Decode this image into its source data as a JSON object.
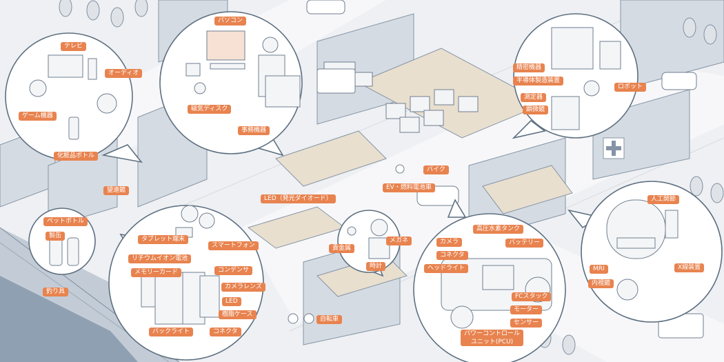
{
  "labels": {
    "tv": "テレビ",
    "audio": "オーディオ",
    "game": "ゲーム機器",
    "cosmetic": "化粧品ボトル",
    "pc": "パソコン",
    "disk": "磁気ディスク",
    "office": "事務機器",
    "precision": "精密機器",
    "semiconductor": "半導体製造装置",
    "meter": "測定器",
    "microscope": "顕微鏡",
    "robot": "ロボット",
    "telescope": "望遠鏡",
    "bike": "バイク",
    "ev": "EV・燃料電池車",
    "led_light": "LED（発光ダイオード）",
    "pet": "ペットボトル",
    "can": "製缶",
    "fishing": "釣り具",
    "tablet": "タブレット端末",
    "smartphone": "スマートフォン",
    "li_battery": "リチウムイオン電池",
    "memory": "メモリーカード",
    "capacitor": "コンデンサ",
    "camera_lens": "カメラレンズ",
    "led": "LED",
    "resin": "樹脂ケース",
    "backlight": "バックライト",
    "connector": "コネクタ",
    "glasses": "メガネ",
    "precious": "貴金属",
    "watch": "時計",
    "bicycle": "自転車",
    "car_camera": "カメラ",
    "car_connector": "コネクタ",
    "headlight": "ヘッドライト",
    "h2tank": "高圧水素タンク",
    "battery": "バッテリー",
    "fc": "FCスタック",
    "motor": "モーター",
    "sensor": "センサー",
    "pcu": "パワーコントロール\nユニット(PCU)",
    "artificial_joint": "人工関節",
    "mri": "MRI",
    "endoscope": "内視鏡",
    "xray": "X線装置"
  },
  "colors": {
    "tag": "#e8834f",
    "bubble_stroke": "#5d6f80",
    "building": "#d5dbe2",
    "road": "#f6f6f8",
    "floor": "#e9dfcf"
  }
}
